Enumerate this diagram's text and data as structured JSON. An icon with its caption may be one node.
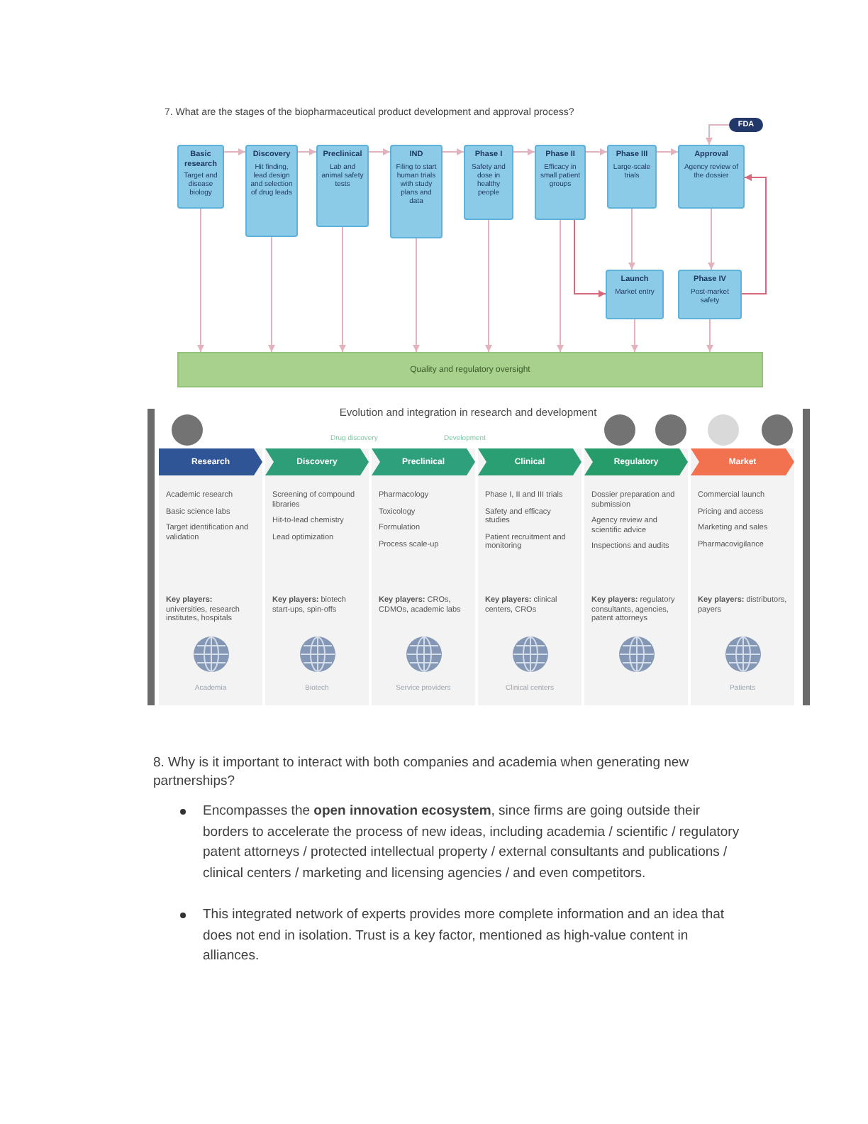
{
  "diagram": {
    "nodes": [
      {
        "text": [
          "Basic research",
          "Target and disease biology"
        ]
      },
      {
        "text": [
          "Discovery",
          "Hit finding, lead design and selection of drug leads"
        ]
      },
      {
        "text": [
          "Preclinical",
          "Lab and animal safety tests"
        ]
      },
      {
        "text": [
          "IND",
          "Filing to start human trials with study plans and data"
        ]
      },
      {
        "text": [
          "Phase I",
          "Safety and dose in healthy people"
        ]
      },
      {
        "text": [
          "Phase II",
          "Efficacy in small patient groups"
        ]
      },
      {
        "text": [
          "Phase III",
          "Large-scale trials"
        ]
      },
      {
        "text": [
          "Approval",
          "Agency review of the dossier"
        ]
      },
      {
        "text": [
          "Launch",
          "Market entry"
        ]
      },
      {
        "text": [
          "Phase IV",
          "Post-market safety"
        ]
      },
      {
        "text": [
          "Quality and regulatory oversight"
        ]
      },
      {
        "text": [
          "FDA"
        ]
      },
      {
        "text": [
          "Academic research",
          "Basic science labs",
          "Target identification and validation",
          "**Key players:** universities, research institutes, hospitals",
          "Academia"
        ]
      },
      {
        "text": [
          "Research"
        ],
        "in": 12
      },
      {
        "text": [
          "Screening of compound libraries",
          "Hit-to-lead chemistry",
          "Lead optimization",
          "**Key players:** biotech start-ups, spin-offs",
          "Biotech"
        ]
      },
      {
        "text": [
          "Discovery"
        ],
        "in": 14
      },
      {
        "text": [
          "Pharmacology",
          "Toxicology",
          "Formulation",
          "Process scale-up",
          "**Key players:** CROs, CDMOs, academic labs",
          "Service providers"
        ]
      },
      {
        "text": [
          "Preclinical"
        ],
        "in": 16
      },
      {
        "text": [
          "Phase I, II and III trials",
          "Safety and efficacy studies",
          "Patient recruitment and monitoring",
          "**Key players:** clinical centers, CROs",
          "Clinical centers"
        ]
      },
      {
        "text": [
          "Clinical"
        ],
        "in": 18
      },
      {
        "text": [
          "Dossier preparation and submission",
          "Agency review and scientific advice",
          "Inspections and audits",
          "**Key players:** regulatory consultants, agencies, patent attorneys"
        ]
      },
      {
        "text": [
          "Regulatory"
        ],
        "in": 20
      },
      {
        "text": [
          "Commercial launch",
          "Pricing and access",
          "Marketing and sales",
          "Pharmacovigilance",
          "**Key players:** distributors, payers",
          "Patients"
        ]
      },
      {
        "text": [
          "Market"
        ],
        "in": 22
      }
    ],
    "edges": [
      {
        "from": 0,
        "to": 1,
        "arrow": "to"
      },
      {
        "from": 1,
        "to": 2,
        "arrow": "to"
      },
      {
        "from": 2,
        "to": 3,
        "arrow": "to"
      },
      {
        "from": 3,
        "to": 4,
        "arrow": "to"
      },
      {
        "from": 4,
        "to": 5,
        "arrow": "to"
      },
      {
        "from": 5,
        "to": 6,
        "arrow": "to"
      },
      {
        "from": 6,
        "to": 7,
        "arrow": "to"
      },
      {
        "from": 0,
        "to": 10,
        "arrow": "to"
      },
      {
        "from": 1,
        "to": 10,
        "arrow": "to"
      },
      {
        "from": 2,
        "to": 10,
        "arrow": "to"
      },
      {
        "from": 3,
        "to": 10,
        "arrow": "to"
      },
      {
        "from": 4,
        "to": 10,
        "arrow": "to"
      },
      {
        "from": 5,
        "to": 10,
        "arrow": "to"
      },
      {
        "from": 6,
        "to": 8,
        "arrow": "to"
      },
      {
        "from": 7,
        "to": 9,
        "arrow": "to"
      },
      {
        "from": 8,
        "to": 10,
        "arrow": "to"
      },
      {
        "from": 9,
        "to": 10,
        "arrow": "to"
      },
      {
        "from": 5,
        "to": 8,
        "arrow": "to",
        "color": "#d9687a"
      },
      {
        "from": 9,
        "to": 7,
        "arrow": "to",
        "color": "#d9687a"
      },
      {
        "from": 11,
        "to": 7,
        "arrow": "to"
      }
    ],
    "labels": [
      "7. What are the stages of the biopharmaceutical product development and approval process?",
      "Evolution and integration in research and development",
      "Drug discovery",
      "Development",
      "8. Why is it important to interact with both companies and academia when generating new partnerships?",
      "Encompasses the **open innovation ecosystem**, since firms are going outside their borders to accelerate the process of new ideas, including academia / scientific / regulatory patent attorneys / protected intellectual property / external consultants and publications / clinical centers / marketing and licensing agencies / and even competitors.",
      "This integrated network of experts provides more complete information and an idea that does not end in isolation. Trust is a key factor, mentioned as high-value content in alliances."
    ]
  }
}
